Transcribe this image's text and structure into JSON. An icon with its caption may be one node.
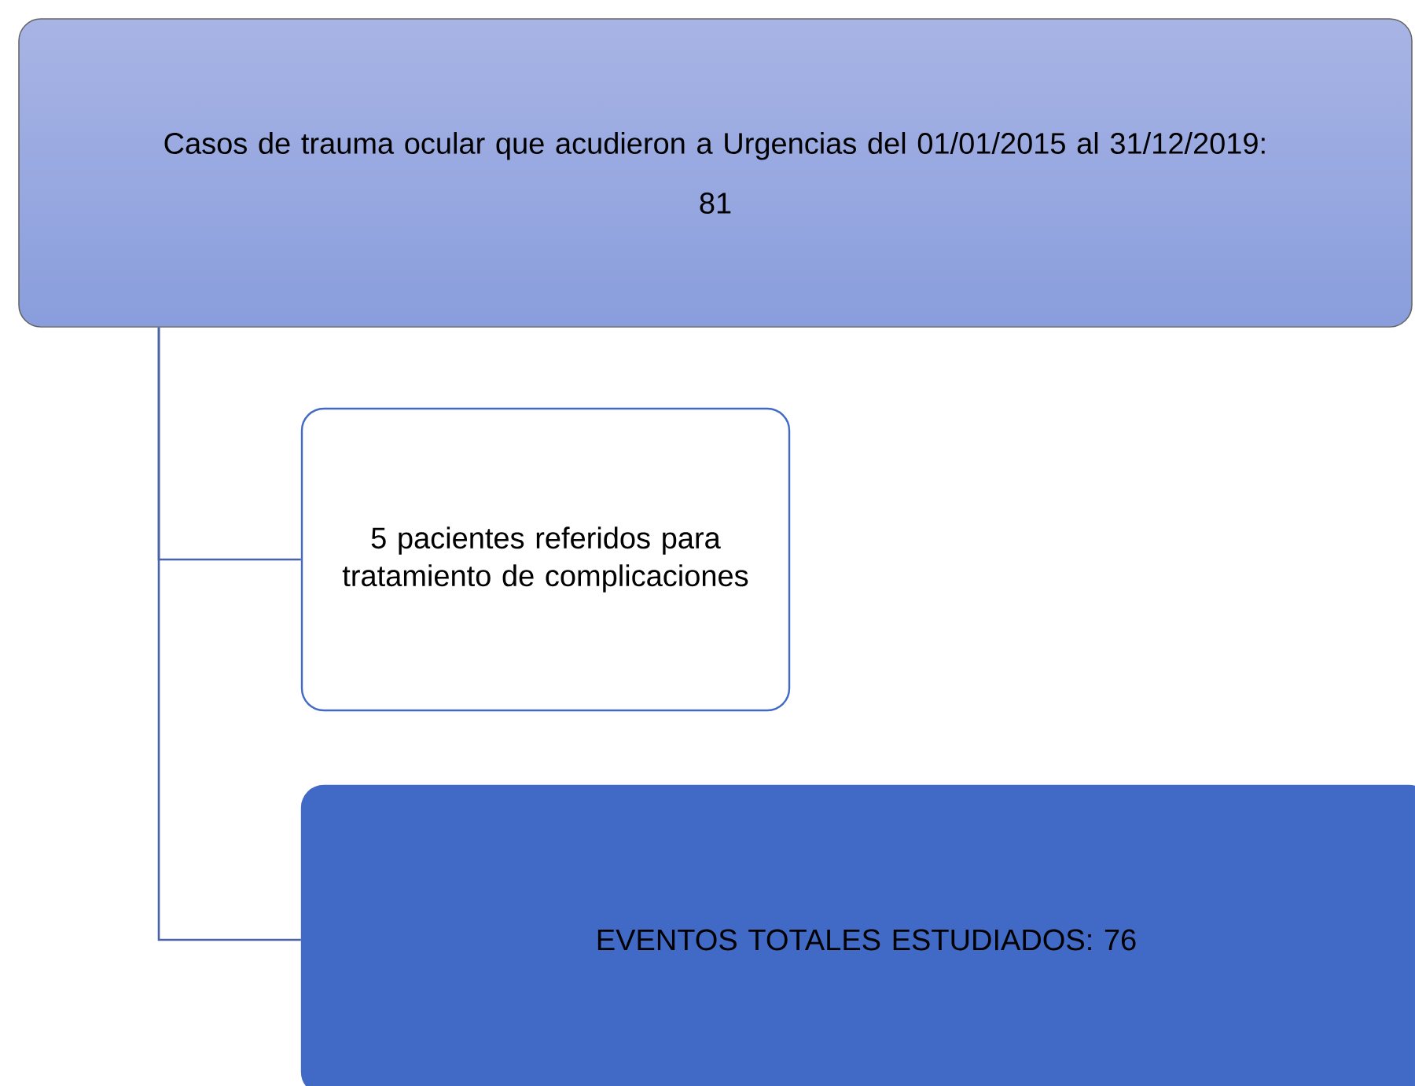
{
  "diagram": {
    "nodes": [
      {
        "text": [
          "Casos de trauma ocular que acudieron a Urgencias del 01/01/2015 al 31/12/2019:",
          "81"
        ]
      },
      {
        "text": [
          "5 pacientes referidos para tratamiento de complicaciones"
        ]
      },
      {
        "text": [
          "EVENTOS TOTALES ESTUDIADOS: 76"
        ]
      }
    ],
    "edges": [
      {
        "from": 0,
        "to": 1,
        "arrow": "none"
      },
      {
        "from": 0,
        "to": 2,
        "arrow": "none"
      }
    ]
  }
}
